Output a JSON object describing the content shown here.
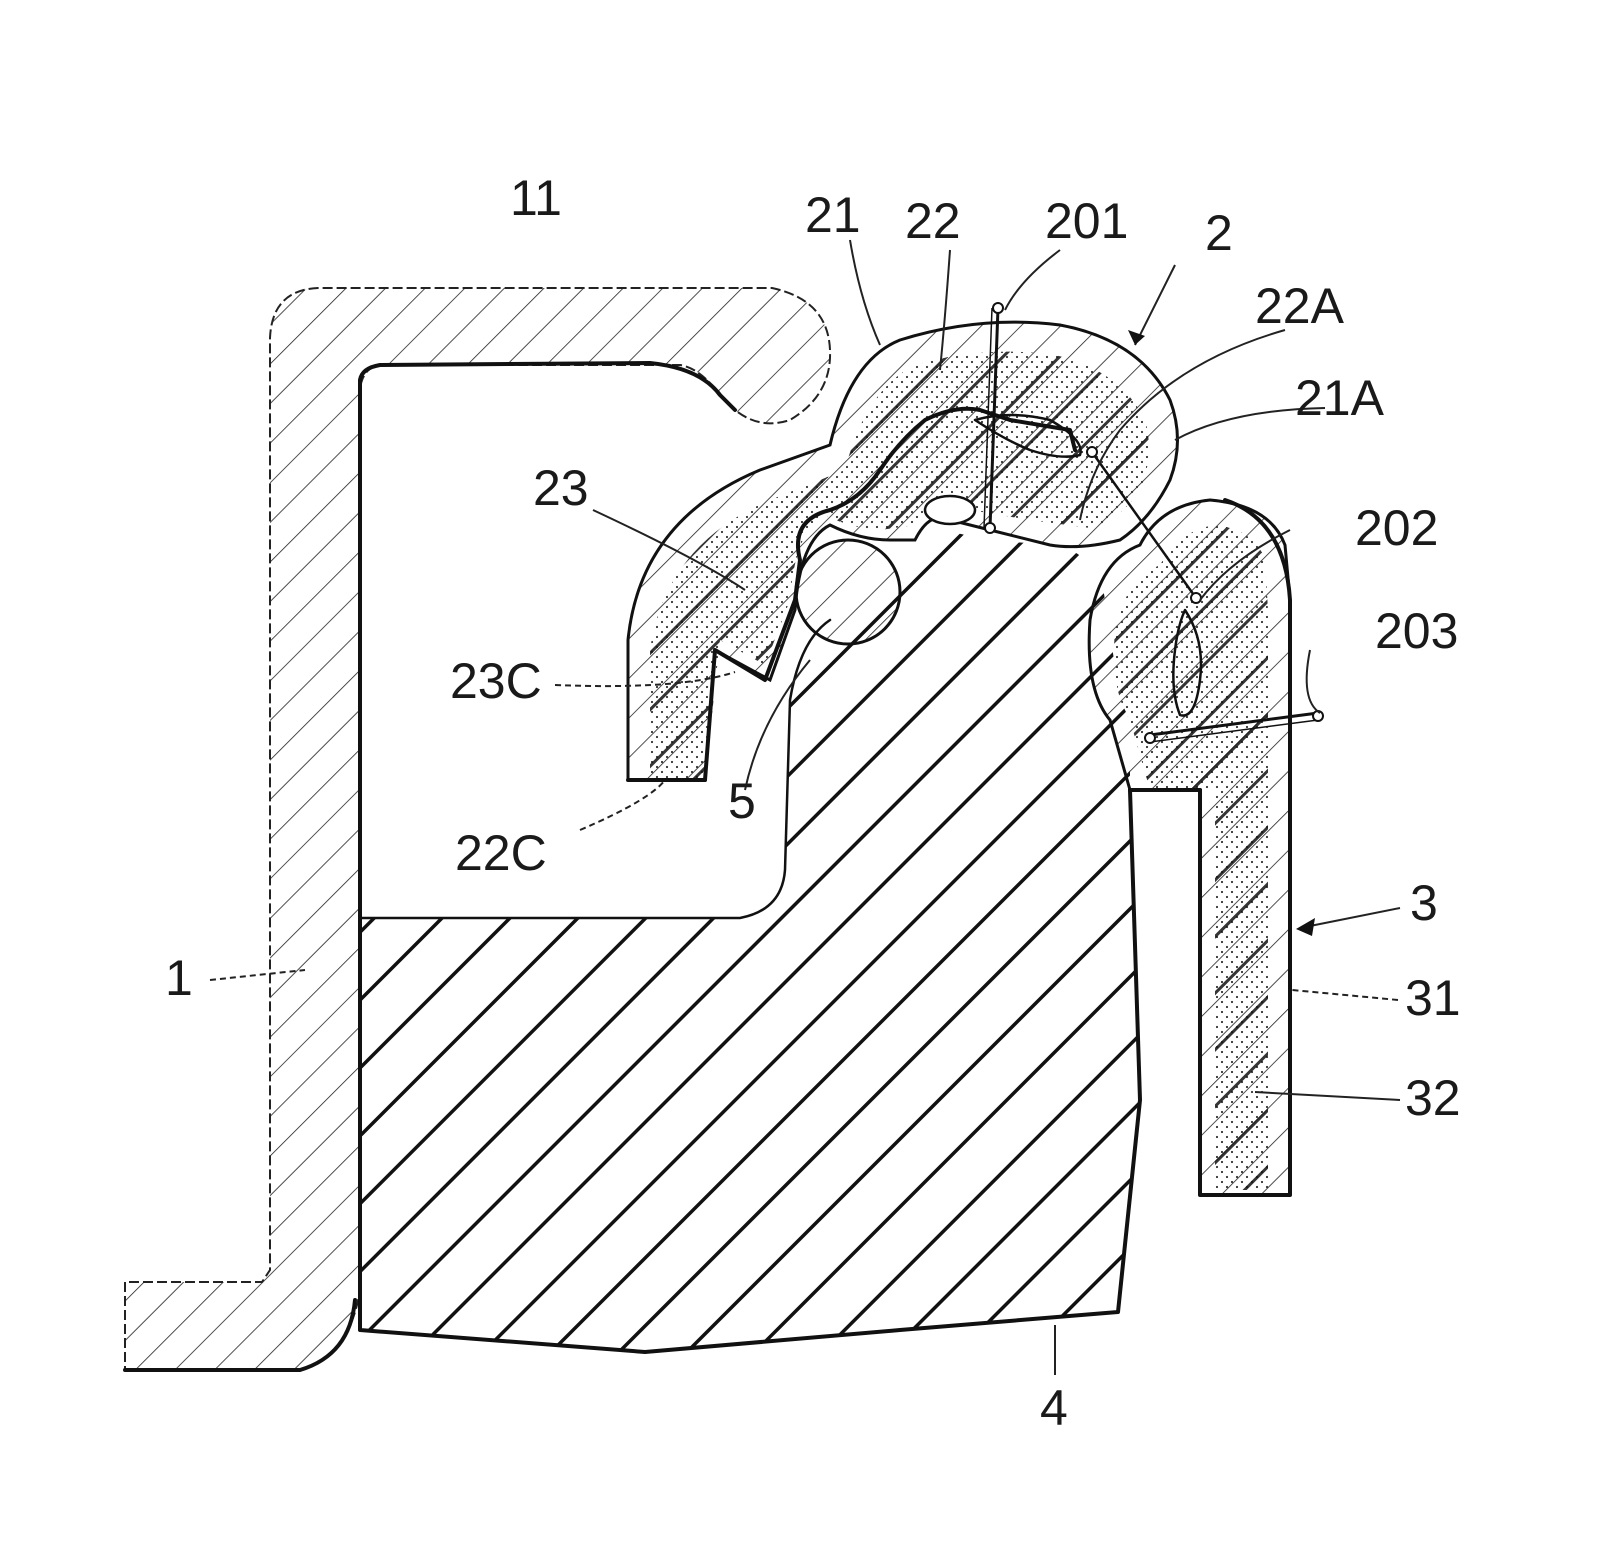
{
  "figure": {
    "labels": {
      "ref_11": "11",
      "ref_21": "21",
      "ref_22": "22",
      "ref_201": "201",
      "ref_2": "2",
      "ref_22A": "22A",
      "ref_21A": "21A",
      "ref_23": "23",
      "ref_202": "202",
      "ref_203": "203",
      "ref_23C": "23C",
      "ref_5": "5",
      "ref_22C": "22C",
      "ref_1": "1",
      "ref_3": "3",
      "ref_31": "31",
      "ref_32": "32",
      "ref_4": "4"
    }
  }
}
